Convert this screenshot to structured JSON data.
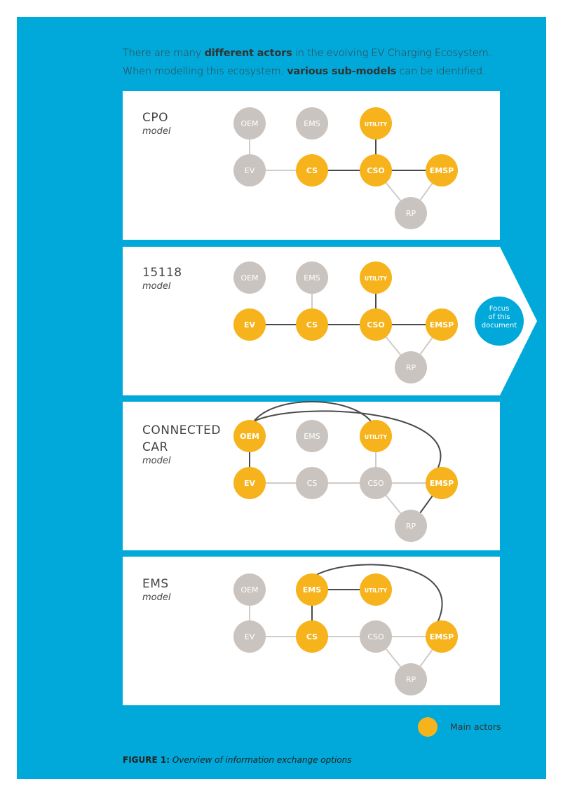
{
  "intro": {
    "line1_pre": "There are many ",
    "line1_bold": "different actors",
    "line1_post": " in the evolving EV Charging Ecosystem.",
    "line2_pre": "When modelling this ecosystem, ",
    "line2_bold": "various sub-models",
    "line2_post": " can be identified."
  },
  "colors": {
    "frame": "#00a9d9",
    "main_actor": "#f6b31b",
    "other_actor": "#c9c4bf",
    "line_main": "#4a4a4a",
    "line_other": "#cfcbc7",
    "focus": "#00a9d9"
  },
  "panels": [
    {
      "title": "CPO",
      "subtitle": "model",
      "main": [
        "UTILITY",
        "CS",
        "CSO",
        "EMSP"
      ],
      "edges": [
        [
          "OEM",
          "EV",
          "o"
        ],
        [
          "EV",
          "CS",
          "o"
        ],
        [
          "CS",
          "CSO",
          "m"
        ],
        [
          "UTILITY",
          "CSO",
          "m"
        ],
        [
          "CSO",
          "EMSP",
          "m"
        ],
        [
          "CSO",
          "RP",
          "o"
        ],
        [
          "EMSP",
          "RP",
          "o"
        ]
      ],
      "arcs": []
    },
    {
      "title": "15118",
      "subtitle": "model",
      "main": [
        "EV",
        "CS",
        "UTILITY",
        "CSO",
        "EMSP"
      ],
      "edges": [
        [
          "EV",
          "CS",
          "m"
        ],
        [
          "EMS",
          "CS",
          "o"
        ],
        [
          "CS",
          "CSO",
          "m"
        ],
        [
          "UTILITY",
          "CSO",
          "m"
        ],
        [
          "CSO",
          "EMSP",
          "m"
        ],
        [
          "CSO",
          "RP",
          "o"
        ],
        [
          "EMSP",
          "RP",
          "o"
        ]
      ],
      "arcs": []
    },
    {
      "title": "CONNECTED",
      "title2": "CAR",
      "subtitle": "model",
      "main": [
        "OEM",
        "UTILITY",
        "EV",
        "EMSP"
      ],
      "edges": [
        [
          "OEM",
          "EV",
          "m"
        ],
        [
          "EV",
          "CS",
          "o"
        ],
        [
          "CS",
          "CSO",
          "o"
        ],
        [
          "UTILITY",
          "CSO",
          "o"
        ],
        [
          "CSO",
          "EMSP",
          "o"
        ],
        [
          "CSO",
          "RP",
          "o"
        ],
        [
          "EMSP",
          "RP",
          "m"
        ]
      ],
      "arcs": [
        [
          "OEM",
          "EMSP"
        ],
        [
          "OEM",
          "UTILITY"
        ]
      ]
    },
    {
      "title": "EMS",
      "subtitle": "model",
      "main": [
        "EMS",
        "UTILITY",
        "CS",
        "EMSP"
      ],
      "edges": [
        [
          "OEM",
          "EV",
          "o"
        ],
        [
          "EV",
          "CS",
          "o"
        ],
        [
          "EMS",
          "CS",
          "m"
        ],
        [
          "EMS",
          "UTILITY",
          "m"
        ],
        [
          "CS",
          "CSO",
          "o"
        ],
        [
          "CSO",
          "EMSP",
          "o"
        ],
        [
          "CSO",
          "RP",
          "o"
        ],
        [
          "EMSP",
          "RP",
          "o"
        ]
      ],
      "arcs": [
        [
          "EMS",
          "EMSP"
        ]
      ]
    }
  ],
  "focus": {
    "label": "Focus of this document",
    "line1": "Focus",
    "line2": "of this",
    "line3": "document"
  },
  "legend": {
    "label": "Main actors"
  },
  "caption": {
    "bold": "FIGURE 1:",
    "italic": " Overview of information exchange options"
  }
}
